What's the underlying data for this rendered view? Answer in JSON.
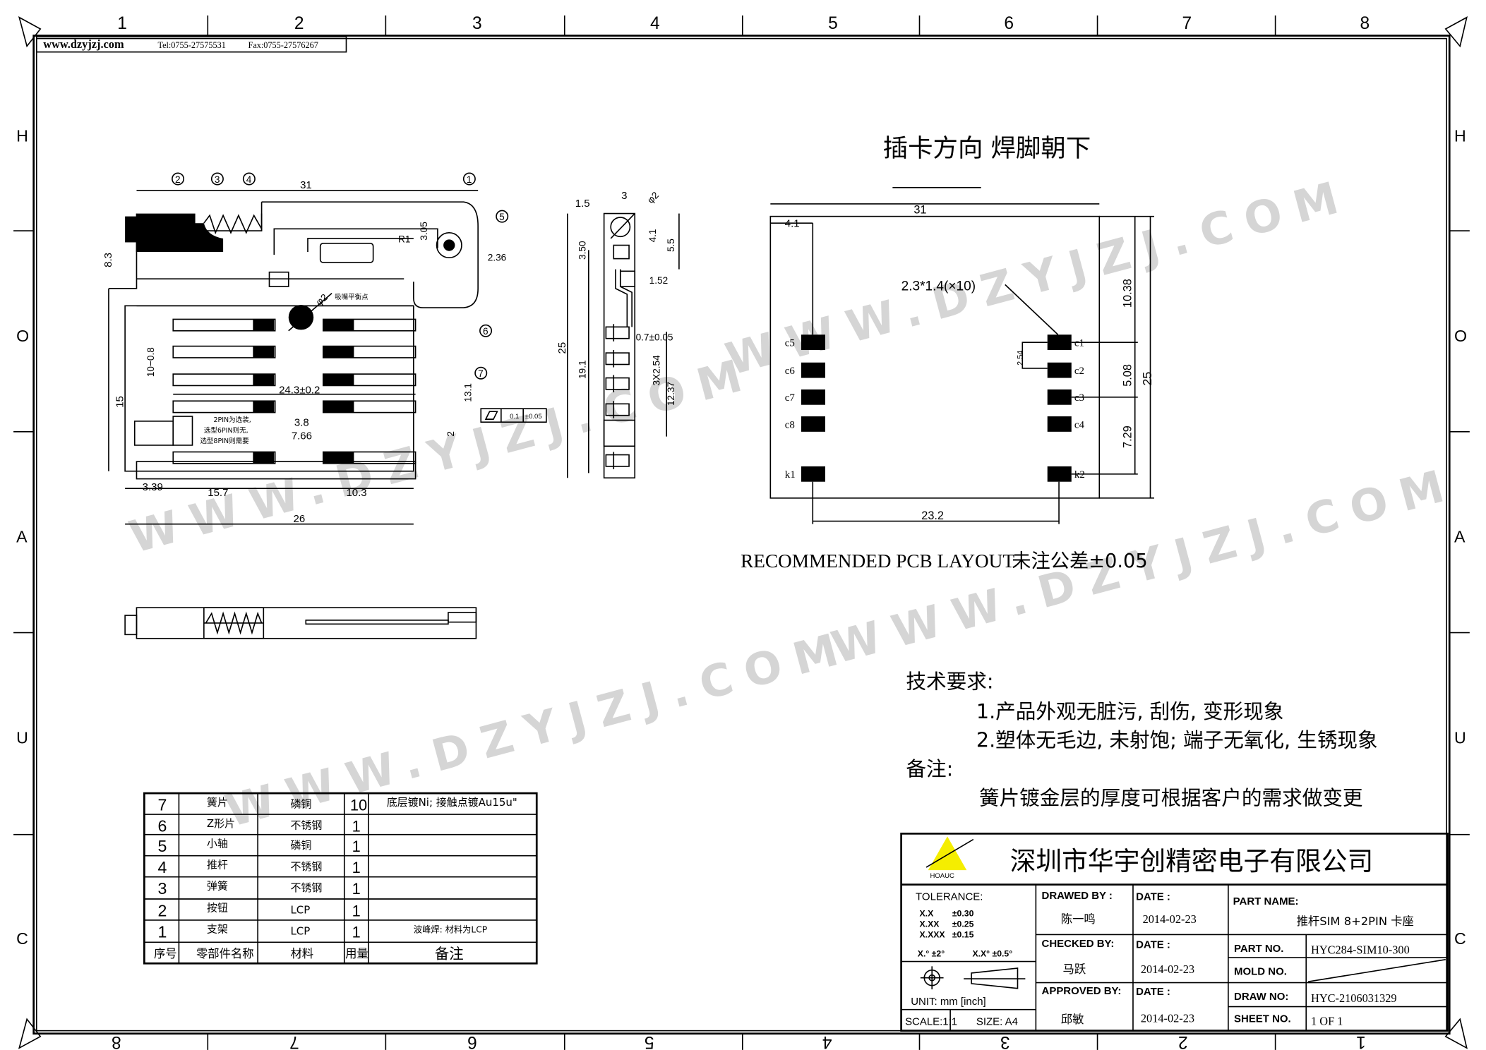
{
  "header": {
    "website": "www.dzyjzj.com",
    "tel": "Tel:0755-27575531",
    "fax": "Fax:0755-27576267"
  },
  "frame": {
    "columns": [
      "1",
      "2",
      "3",
      "4",
      "5",
      "6",
      "7",
      "8"
    ],
    "rows": [
      "H",
      "O",
      "A",
      "U",
      "C"
    ]
  },
  "watermark": "WWW.DZYJZJ.COM",
  "orientation_note": "插卡方向 焊脚朝下",
  "top_view": {
    "balloons": [
      "1",
      "2",
      "3",
      "4",
      "5",
      "6",
      "7"
    ],
    "dims": [
      "31",
      "8.3",
      "3.05",
      "R1",
      "2.36",
      "15",
      "10−0.8",
      "24.3±0.2",
      "3.8",
      "7.66",
      "13.1",
      "2",
      "3.39",
      "15.7",
      "10.3",
      "26",
      "φ2"
    ],
    "pick_point": "吸嘴平衡点",
    "pin_note": [
      "2PIN为选装,",
      "选型6PIN则无,",
      "选型8PIN则需要"
    ],
    "flatness": {
      "value": "0.1",
      "tol": "±0.05"
    }
  },
  "side_view": {
    "dims": [
      "1.5",
      "3",
      "φ2",
      "3.50",
      "4.1",
      "5.5",
      "1.52",
      "25",
      "19.1",
      "0.7±0.05",
      "3X2.54",
      "12.37"
    ]
  },
  "pcb_layout": {
    "dims": [
      "31",
      "4.1",
      "2.3*1.4(×10)",
      "10.38",
      "2.54",
      "5.08",
      "25",
      "7.29",
      "23.2"
    ],
    "pads_left": [
      "c5",
      "c6",
      "c7",
      "c8",
      "k1"
    ],
    "pads_right": [
      "c1",
      "c2",
      "c3",
      "c4",
      "k2"
    ],
    "caption": "RECOMMENDED PCB LAYOUT",
    "tolerance_note": "未注公差±0.05"
  },
  "requirements": {
    "title": "技术要求:",
    "items": [
      "1.产品外观无脏污, 刮伤, 变形现象",
      "2.塑体无毛边, 未射饱; 端子无氧化, 生锈现象"
    ],
    "remark_title": "备注:",
    "remark": "簧片镀金层的厚度可根据客户的需求做变更"
  },
  "bom": {
    "headers": [
      "序号",
      "零部件名称",
      "材料",
      "用量",
      "备注"
    ],
    "rows": [
      {
        "no": "7",
        "name": "簧片",
        "material": "磷铜",
        "qty": "10",
        "note": "底层镀Ni; 接触点镀Au15u\""
      },
      {
        "no": "6",
        "name": "Z形片",
        "material": "不锈钢",
        "qty": "1",
        "note": ""
      },
      {
        "no": "5",
        "name": "小轴",
        "material": "磷铜",
        "qty": "1",
        "note": ""
      },
      {
        "no": "4",
        "name": "推杆",
        "material": "不锈钢",
        "qty": "1",
        "note": ""
      },
      {
        "no": "3",
        "name": "弹簧",
        "material": "不锈钢",
        "qty": "1",
        "note": ""
      },
      {
        "no": "2",
        "name": "按钮",
        "material": "LCP",
        "qty": "1",
        "note": ""
      },
      {
        "no": "1",
        "name": "支架",
        "material": "LCP",
        "qty": "1",
        "note": "波峰焊: 材料为LCP"
      }
    ]
  },
  "title_block": {
    "logo_text": "HOAUC",
    "logo_color": "#f5ee00",
    "company": "深圳市华宇创精密电子有限公司",
    "tolerance_label": "TOLERANCE:",
    "tolerances": [
      [
        "X.X",
        "±0.30"
      ],
      [
        "X.XX",
        "±0.25"
      ],
      [
        "X.XXX",
        "±0.15"
      ]
    ],
    "angle_tol": [
      "X.° ±2°",
      "X.X° ±0.5°"
    ],
    "unit": "UNIT:  mm  [inch]",
    "scale": "SCALE:1:1",
    "size": "SIZE:  A4",
    "drawed_by_label": "DRAWED  BY :",
    "drawed_by": "陈一鸣",
    "checked_by_label": "CHECKED  BY:",
    "checked_by": "马跃",
    "approved_by_label": "APPROVED  BY:",
    "approved_by": "邱敏",
    "date_label": "DATE :",
    "dates": [
      "2014-02-23",
      "2014-02-23",
      "2014-02-23"
    ],
    "part_name_label": "PART  NAME:",
    "part_name": "推杆SIM 8+2PIN 卡座",
    "part_no_label": "PART  NO.",
    "part_no": "HYC284-SIM10-300",
    "mold_no_label": "MOLD  NO.",
    "draw_no_label": "DRAW  NO:",
    "draw_no": "HYC-2106031329",
    "sheet_no_label": "SHEET  NO.",
    "sheet_no": "1  OF  1"
  }
}
